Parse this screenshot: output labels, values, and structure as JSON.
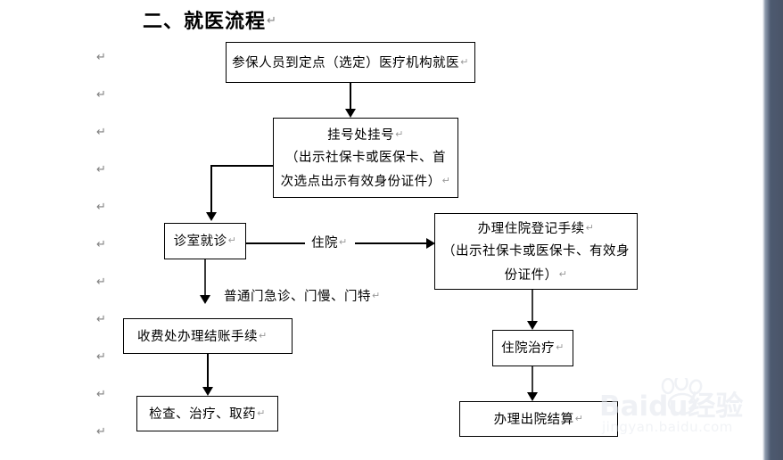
{
  "document": {
    "heading": "二、就医流程",
    "pilcrow_glyph": "↵"
  },
  "margin_paragraph_marks": {
    "glyph": "↵",
    "count": 11
  },
  "flowchart": {
    "type": "flowchart",
    "nodes": [
      {
        "id": "node-start",
        "name": "visit-designated-institution",
        "lines": [
          "参保人员到定点（选定）医疗机构就医"
        ],
        "pilcrow_on_line": 0
      },
      {
        "id": "node-registration",
        "name": "registration-desk",
        "lines": [
          "挂号处挂号",
          "（出示社保卡或医保卡、首",
          "次选点出示有效身份证件）"
        ],
        "pilcrow_on_line": [
          0,
          2
        ]
      },
      {
        "id": "node-consult",
        "name": "clinic-consultation",
        "lines": [
          "诊室就诊"
        ],
        "pilcrow_on_line": 0
      },
      {
        "id": "node-admission",
        "name": "inpatient-admission-registration",
        "lines": [
          "办理住院登记手续",
          "（出示社保卡或医保卡、有效身",
          "份证件）"
        ],
        "pilcrow_on_line": [
          0,
          2
        ]
      },
      {
        "id": "node-settlement",
        "name": "cashier-settlement",
        "lines": [
          "收费处办理结账手续"
        ],
        "pilcrow_on_line": 0
      },
      {
        "id": "node-exam",
        "name": "exam-treatment-medicine",
        "lines": [
          "检查、治疗、取药"
        ],
        "pilcrow_on_line": 0
      },
      {
        "id": "node-inpatient-care",
        "name": "inpatient-treatment",
        "lines": [
          "住院治疗"
        ],
        "pilcrow_on_line": 0
      },
      {
        "id": "node-discharge",
        "name": "discharge-settlement",
        "lines": [
          "办理出院结算"
        ],
        "pilcrow_on_line": 0
      }
    ],
    "edge_labels": [
      {
        "id": "label-inpatient",
        "text": "住院",
        "pilcrow": true
      },
      {
        "id": "label-outpatient",
        "text": "普通门急诊、门慢、门特",
        "pilcrow": true
      }
    ]
  },
  "watermark": {
    "brand": "Baidu经验",
    "url": "jingyan.baidu.com"
  },
  "colors": {
    "stroke": "#000000",
    "text": "#000000",
    "pilcrow": "#9a9a9a",
    "page_edge": "#4a5468",
    "watermark": "#e3e7ee"
  }
}
